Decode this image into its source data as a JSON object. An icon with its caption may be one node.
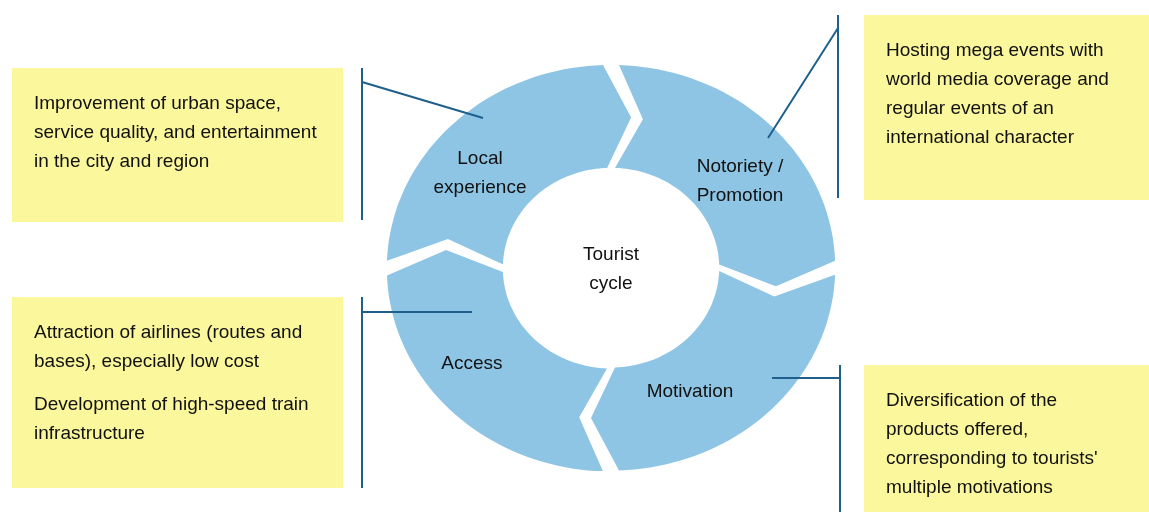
{
  "diagram": {
    "nodes": [
      {
        "text": [
          "Improvement of urban space, service quality, and entertainment in the city and region"
        ]
      },
      {
        "text": [
          "Local experience"
        ]
      },
      {
        "text": [
          "Notoriety / Promotion"
        ]
      },
      {
        "text": [
          "Hosting mega events with world media coverage and regular events of an international character"
        ]
      },
      {
        "text": [
          "Tourist cycle"
        ]
      },
      {
        "text": [
          "Attraction of airlines (routes and bases), especially low cost",
          "Development of high-speed train infrastructure"
        ]
      },
      {
        "text": [
          "Access"
        ]
      },
      {
        "text": [
          "Motivation"
        ]
      },
      {
        "text": [
          "Diversification of the products offered, corresponding to tourists' multiple motivations"
        ]
      }
    ],
    "edges": [
      {
        "from": 0,
        "to": 1,
        "arrow": "none"
      },
      {
        "from": 3,
        "to": 2,
        "arrow": "none"
      },
      {
        "from": 5,
        "to": 6,
        "arrow": "none"
      },
      {
        "from": 8,
        "to": 7,
        "arrow": "none"
      }
    ]
  }
}
